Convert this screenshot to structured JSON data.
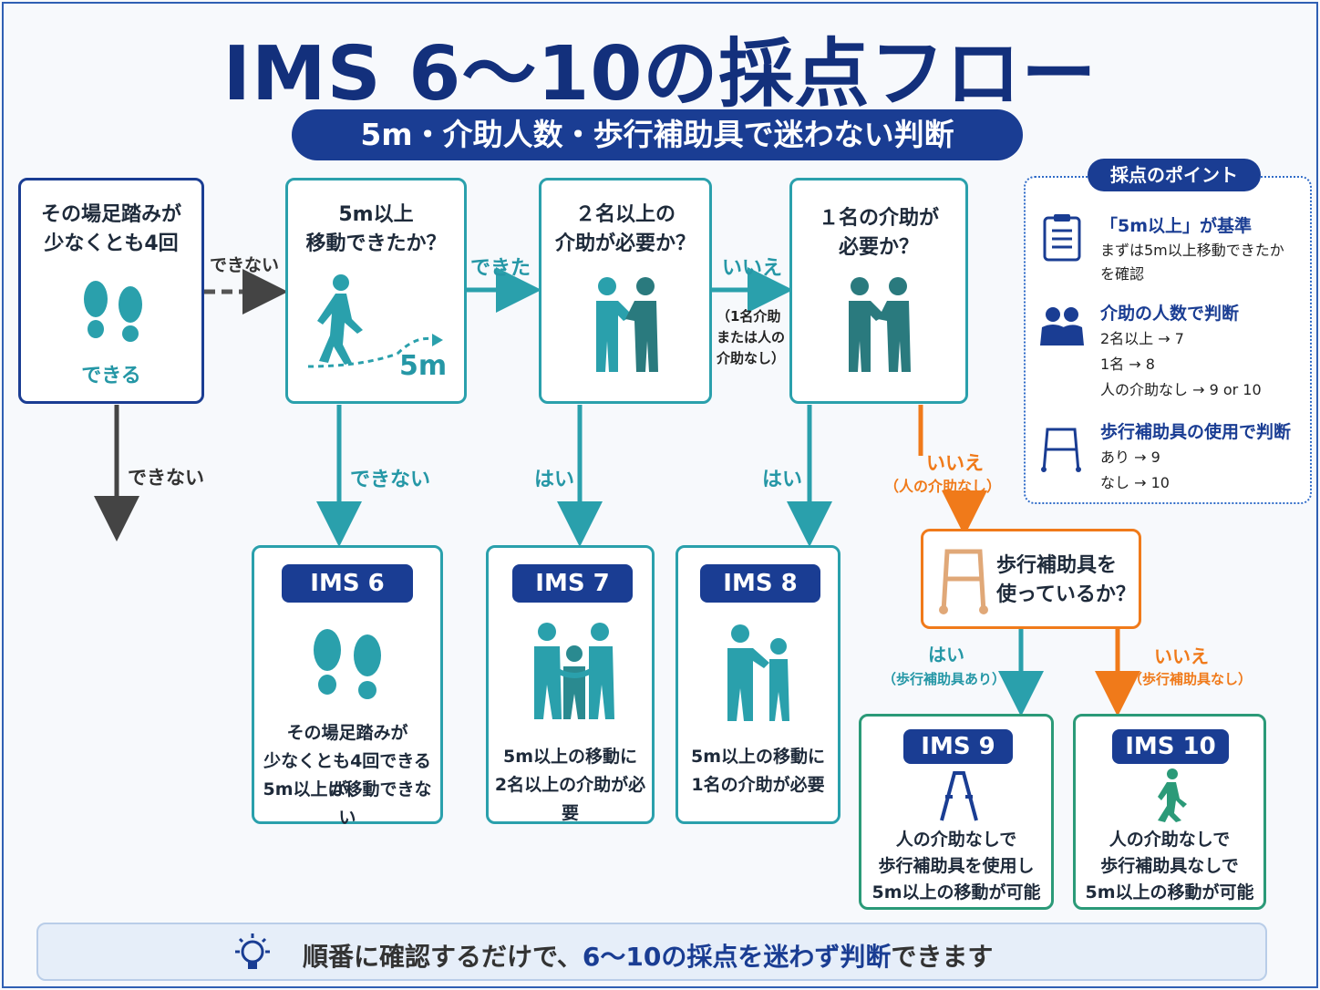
{
  "title": "IMS 6～10の採点フロー",
  "subtitle": "5m・介助人数・歩行補助具で迷わない判断",
  "start": {
    "text1": "その場足踏みが",
    "text2": "少なくとも4回",
    "can": "できる"
  },
  "q1": {
    "text1": "5m以上",
    "text2": "移動できたか？",
    "distance": "5m"
  },
  "q2": {
    "text1": "２名以上の",
    "text2": "介助が必要か？"
  },
  "q3": {
    "text1": "１名の介助が",
    "text2": "必要か？"
  },
  "q4": {
    "text1": "歩行補助具を",
    "text2": "使っているか？"
  },
  "labels": {
    "cannot_right": "できない",
    "cannot_down": "できない",
    "could": "できた",
    "q1_no": "できない",
    "no_right": "いいえ",
    "no_right_note1": "（1名介助",
    "no_right_note2": "または人の",
    "no_right_note3": "介助なし）",
    "q2_yes": "はい",
    "q3_yes": "はい",
    "q3_no": "いいえ",
    "q3_no_note": "（人の介助なし）",
    "q4_yes": "はい",
    "q4_yes_note": "（歩行補助具あり）",
    "q4_no": "いいえ",
    "q4_no_note": "（歩行補助具なし）"
  },
  "results": [
    {
      "badge": "IMS 6",
      "l1": "その場足踏みが",
      "l2": "少なくとも4回できるが、",
      "l3": "5m以上は移動できない"
    },
    {
      "badge": "IMS 7",
      "l1": "5m以上の移動に",
      "l2": "2名以上の介助が必要"
    },
    {
      "badge": "IMS 8",
      "l1": "5m以上の移動に",
      "l2": "1名の介助が必要"
    },
    {
      "badge": "IMS 9",
      "l1": "人の介助なしで",
      "l2": "歩行補助具を使用し",
      "l3": "5m以上の移動が可能"
    },
    {
      "badge": "IMS 10",
      "l1": "人の介助なしで",
      "l2": "歩行補助具なしで",
      "l3": "5m以上の移動が可能"
    }
  ],
  "points": {
    "badge": "採点のポイント",
    "p1_head": "「5m以上」が基準",
    "p1_l1": "まずは5m以上移動できたか",
    "p1_l2": "を確認",
    "p2_head": "介助の人数で判断",
    "p2_l1": "2名以上 → 7",
    "p2_l2": "1名 → 8",
    "p2_l3": "人の介助なし → 9 or 10",
    "p3_head": "歩行補助具の使用で判断",
    "p3_l1": "あり → 9",
    "p3_l2": "なし → 10"
  },
  "footer": {
    "pre": "順番に確認するだけで、",
    "highlight": "6～10の採点を迷わず判断",
    "post": "できます"
  },
  "colors": {
    "navy": "#1a3d93",
    "teal": "#2aa0ac",
    "orange": "#f07a1a",
    "green": "#2b9a78"
  }
}
